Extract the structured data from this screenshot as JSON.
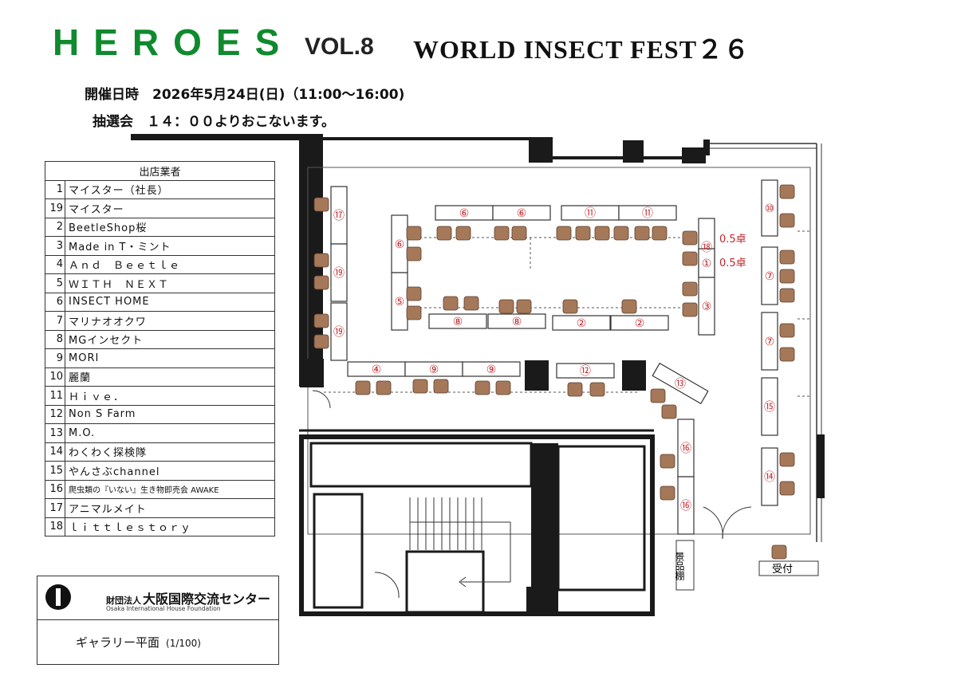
{
  "header": {
    "brand": "HEROES",
    "volume": "VOL.8",
    "event_name": "WORLD INSECT FEST２６",
    "date_line": "開催日時　2026年5月24日(日)（11:00〜16:00)",
    "lottery_line": "抽選会　１４：００よりおこないます。"
  },
  "vendors": {
    "header": "出店業者",
    "rows": [
      {
        "num": "1",
        "name": "マイスター（社長）"
      },
      {
        "num": "19",
        "name": "マイスター"
      },
      {
        "num": "2",
        "name": "BeetleShop桜"
      },
      {
        "num": "3",
        "name": "Made in T・ミント"
      },
      {
        "num": "4",
        "name": "Ａｎｄ　Ｂｅｅｔｌｅ"
      },
      {
        "num": "5",
        "name": "ＷＩＴＨ　ＮＥＸＴ"
      },
      {
        "num": "6",
        "name": "INSECT HOME"
      },
      {
        "num": "7",
        "name": "マリナオオクワ"
      },
      {
        "num": "8",
        "name": "MGインセクト"
      },
      {
        "num": "9",
        "name": "MORI"
      },
      {
        "num": "10",
        "name": "麗蘭"
      },
      {
        "num": "11",
        "name": "Ｈｉｖｅ．"
      },
      {
        "num": "12",
        "name": "Non S Farm"
      },
      {
        "num": "13",
        "name": "M.O."
      },
      {
        "num": "14",
        "name": "わくわく探検隊"
      },
      {
        "num": "15",
        "name": "やんさぶchannel"
      },
      {
        "num": "16",
        "name": "爬虫類の『いない』生き物即売会 AWAKE"
      },
      {
        "num": "17",
        "name": "アニマルメイト"
      },
      {
        "num": "18",
        "name": "ｌｉｔｔｌｅｓｔｏｒｙ"
      }
    ]
  },
  "organization": {
    "prefix": "財団法人",
    "name": "大阪国際交流センター",
    "english": "Osaka International House Foundation",
    "gallery": "ギャラリー平面",
    "scale": "(1/100)"
  },
  "floor_labels": {
    "half_table_1": "0.5卓",
    "half_table_2": "0.5卓",
    "prize_shelf": "景品棚",
    "reception": "受付"
  },
  "booths": [
    {
      "label": "⑥"
    },
    {
      "label": "⑥"
    },
    {
      "label": "⑪"
    },
    {
      "label": "⑪"
    },
    {
      "label": "⑩"
    },
    {
      "label": "⑰"
    },
    {
      "label": "⑥"
    },
    {
      "label": "⑱"
    },
    {
      "label": "①"
    },
    {
      "label": "⑦"
    },
    {
      "label": "⑲"
    },
    {
      "label": "⑤"
    },
    {
      "label": "③"
    },
    {
      "label": "⑲"
    },
    {
      "label": "⑧"
    },
    {
      "label": "⑧"
    },
    {
      "label": "②"
    },
    {
      "label": "②"
    },
    {
      "label": "⑦"
    },
    {
      "label": "④"
    },
    {
      "label": "⑨"
    },
    {
      "label": "⑨"
    },
    {
      "label": "⑫"
    },
    {
      "label": "⑬"
    },
    {
      "label": "⑮"
    },
    {
      "label": "⑯"
    },
    {
      "label": "⑭"
    },
    {
      "label": "⑯"
    }
  ],
  "colors": {
    "brand_green": "#0f8a2e",
    "booth_number_red": "#c0282e",
    "chair_brown": "#a57859",
    "wall_black": "#1a1a1a"
  }
}
